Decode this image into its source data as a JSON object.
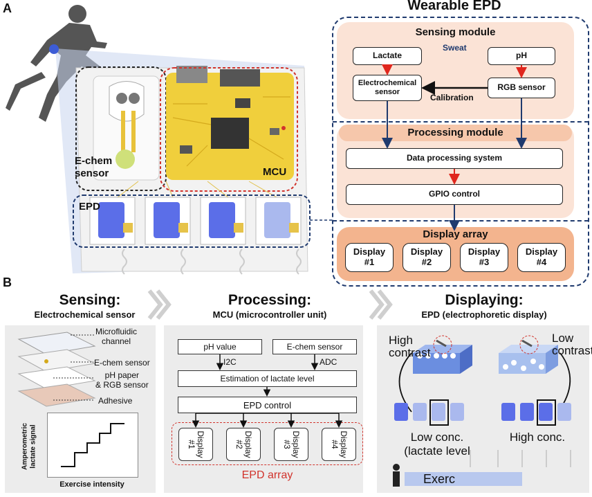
{
  "panel_a": {
    "letter": "A",
    "illustration": {
      "echem_label": "E-chem\nsensor",
      "mcu_label": "MCU",
      "epd_label": "EPD"
    },
    "wearable_epd": {
      "title": "Wearable EPD",
      "sensing_module": {
        "title": "Sensing module",
        "sweat_label": "Sweat",
        "lactate": "Lactate",
        "ph": "pH",
        "electrochemical_sensor": "Electrochemical\nsensor",
        "rgb_sensor": "RGB sensor",
        "calibration": "Calibration"
      },
      "processing_module": {
        "title": "Processing module",
        "data_processing": "Data processing system",
        "gpio": "GPIO control"
      },
      "display_array": {
        "title": "Display array",
        "displays": [
          "Display\n#1",
          "Display\n#2",
          "Display\n#3",
          "Display\n#4"
        ]
      }
    }
  },
  "panel_b": {
    "letter": "B",
    "sensing": {
      "title": "Sensing:",
      "subtitle": "Electrochemical sensor",
      "layers": [
        "Microfluidic\nchannel",
        "E-chem sensor",
        "pH paper\n& RGB sensor",
        "Adhesive"
      ],
      "chart_ylabel": "Amperometric\nlactate signal",
      "chart_xlabel": "Exercise intensity"
    },
    "processing": {
      "title": "Processing:",
      "subtitle": "MCU (microcontroller unit)",
      "ph_value": "pH value",
      "echem_sensor": "E-chem sensor",
      "i2c": "I2C",
      "adc": "ADC",
      "estimation": "Estimation of lactate level",
      "epd_control": "EPD control",
      "displays": [
        "Display\n#1",
        "Display\n#2",
        "Display\n#3",
        "Display\n#4"
      ],
      "epd_array": "EPD array"
    },
    "displaying": {
      "title": "Displaying:",
      "subtitle": "EPD (electrophoretic display)",
      "high_contrast": "High\ncontrast",
      "low_contrast": "Low\ncontrast",
      "low_conc": "Low conc.\n(lactate level",
      "high_conc": "High conc.",
      "exercise": "Exerc"
    }
  },
  "colors": {
    "navy": "#1f3a6e",
    "module_fill": "#fbe3d6",
    "module_title_fill": "#f6c7ab",
    "display_array_fill": "#f3b48e",
    "red_arrow": "#e0261d",
    "epd_blue": "#5b6ee8",
    "epd_array_red": "#d1332c"
  }
}
